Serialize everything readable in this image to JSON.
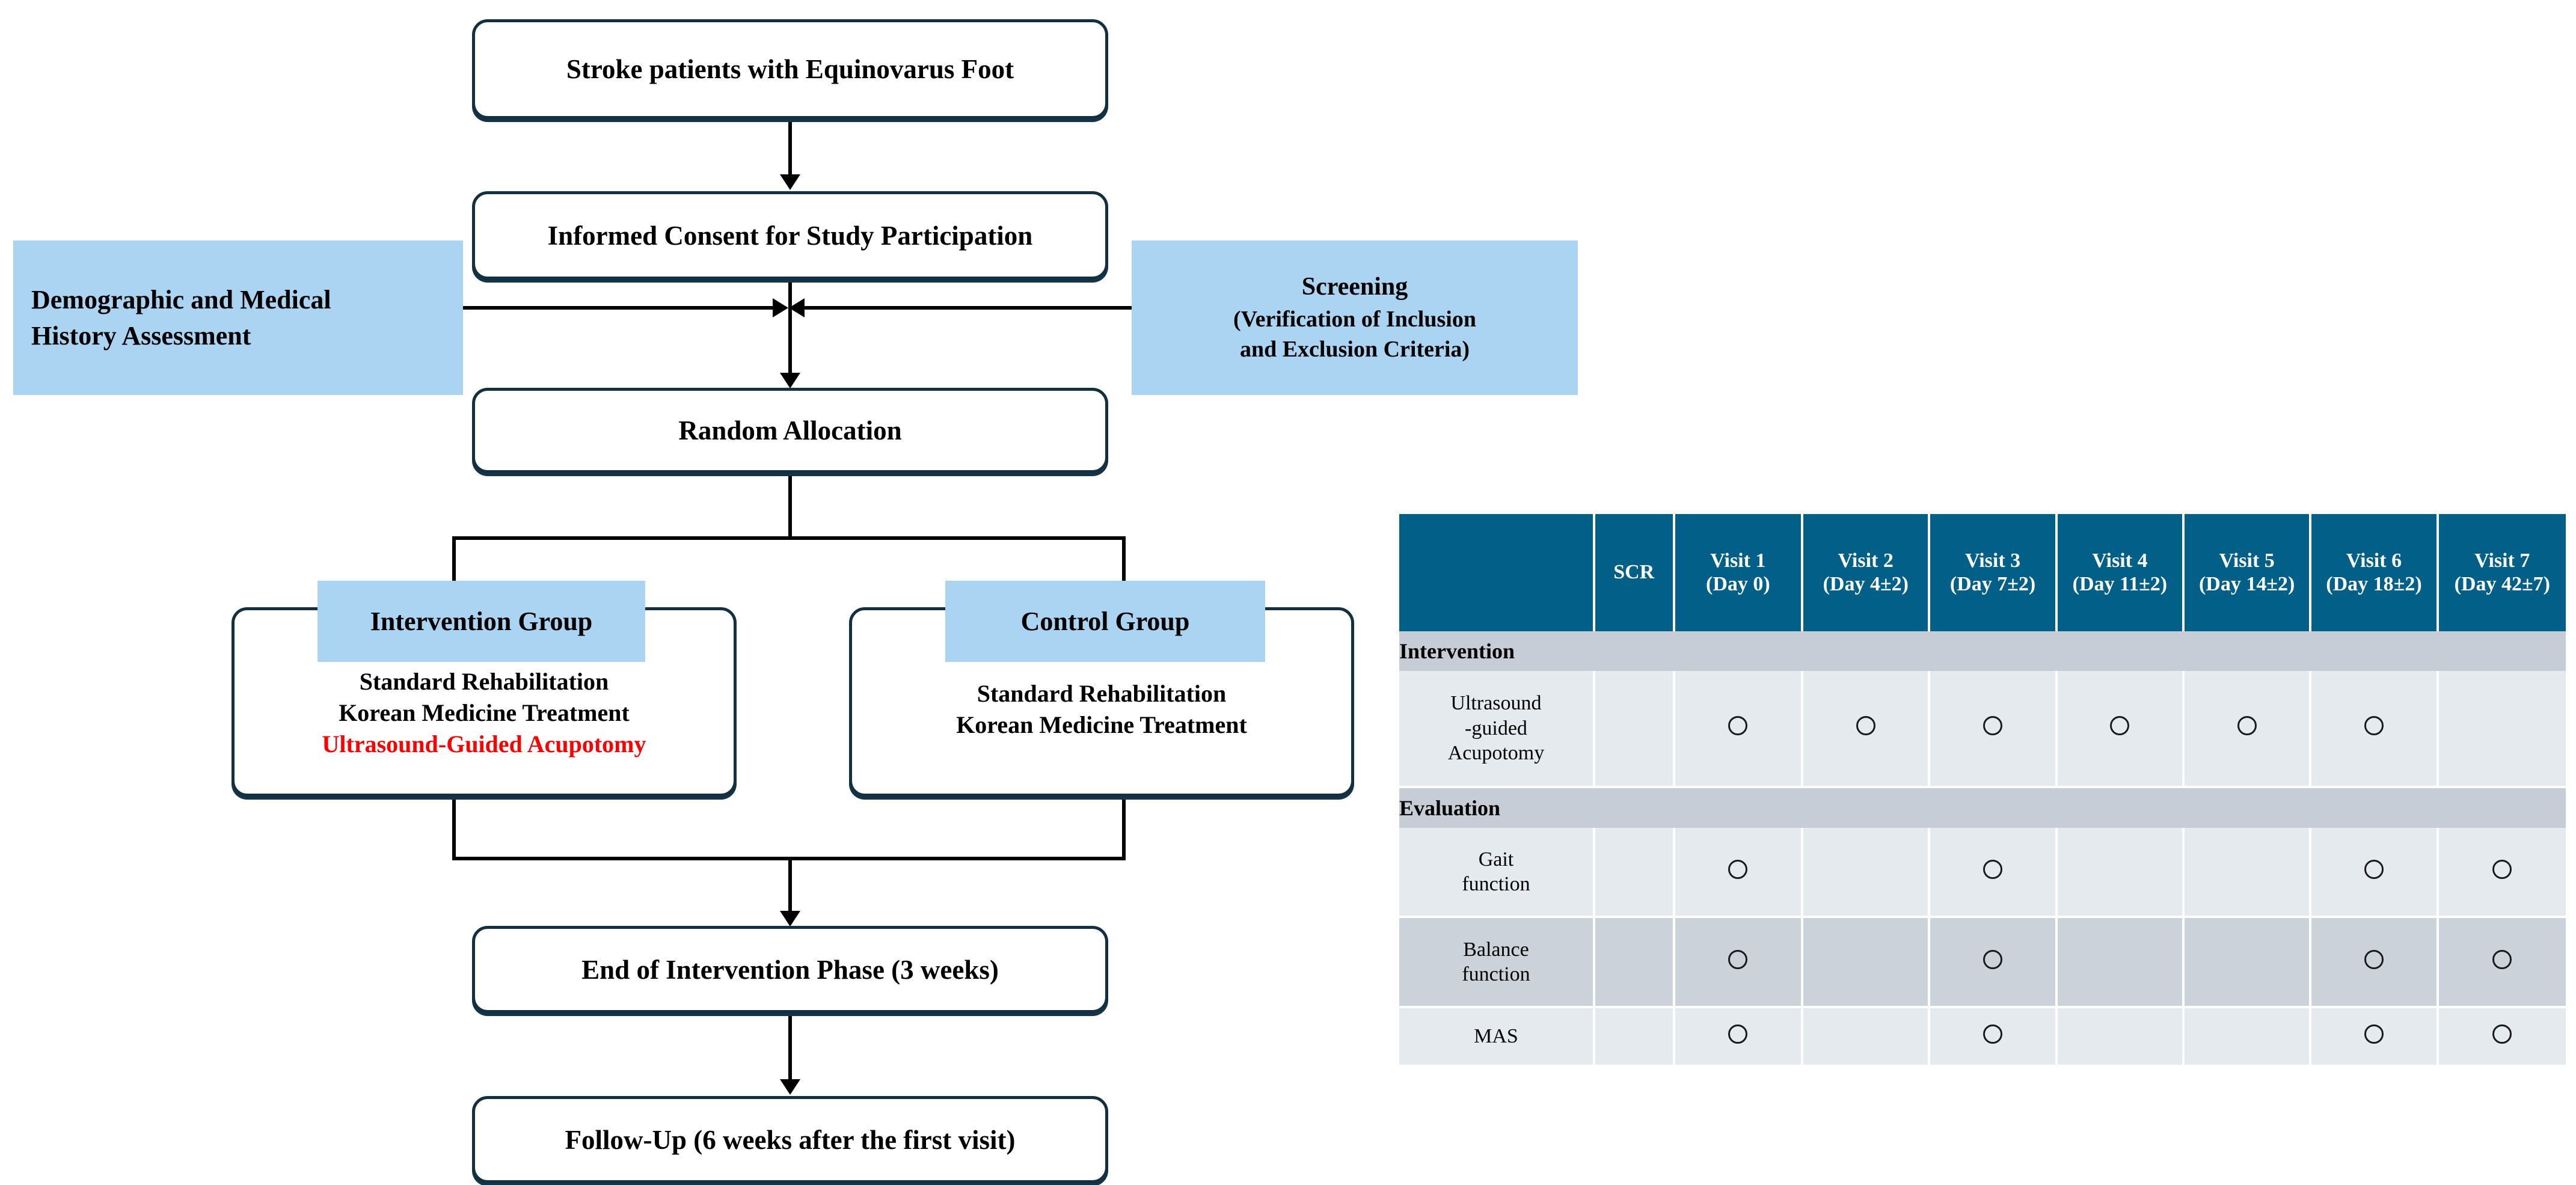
{
  "flowchart": {
    "nodes": {
      "population": "Stroke patients with Equinovarus Foot",
      "consent": "Informed Consent for Study Participation",
      "demographics": "Demographic and Medical History Assessment",
      "demographics_line1": "Demographic and Medical",
      "demographics_line2": "History Assessment",
      "screening_title": "Screening",
      "screening_line1": "(Verification of Inclusion",
      "screening_line2": "and Exclusion Criteria)",
      "randomization": "Random Allocation",
      "intervention_group_label": "Intervention Group",
      "control_group_label": "Control Group",
      "intervention_items": [
        "Standard Rehabilitation",
        "Korean Medicine Treatment",
        "Ultrasound-Guided Acupotomy"
      ],
      "control_items": [
        "Standard Rehabilitation",
        "Korean Medicine Treatment"
      ],
      "end_of_intervention": "End of Intervention Phase (3 weeks)",
      "follow_up": "Follow-Up (6 weeks after the first visit)"
    },
    "colors": {
      "box_border": "#12303F",
      "highlight_fill": "#ABD3F2",
      "emphasis_text": "#FF0000"
    }
  },
  "schedule": {
    "colors": {
      "header_bg": "#015F88",
      "section_bg": "#C7CDD6",
      "row_bg": "#E5EAEE",
      "row_alt_bg": "#CCD2DA"
    },
    "columns": [
      {
        "label": ""
      },
      {
        "label": "SCR"
      },
      {
        "label": "Visit 1\n(Day 0)"
      },
      {
        "label": "Visit 2\n(Day 4±2)"
      },
      {
        "label": "Visit 3\n(Day 7±2)"
      },
      {
        "label": "Visit 4\n(Day 11±2)"
      },
      {
        "label": "Visit 5\n(Day 14±2)"
      },
      {
        "label": "Visit 6\n(Day 18±2)"
      },
      {
        "label": "Visit 7\n(Day 42±7)"
      }
    ],
    "column_labels": {
      "blank": "",
      "scr": "SCR",
      "v1": "Visit 1",
      "v1_day": "(Day 0)",
      "v2": "Visit 2",
      "v2_day": "(Day 4±2)",
      "v3": "Visit 3",
      "v3_day": "(Day 7±2)",
      "v4": "Visit 4",
      "v4_day": "(Day 11±2)",
      "v5": "Visit 5",
      "v5_day": "(Day 14±2)",
      "v6": "Visit 6",
      "v6_day": "(Day 18±2)",
      "v7": "Visit 7",
      "v7_day": "(Day 42±7)"
    },
    "sections": [
      {
        "title": "Intervention",
        "rows": [
          {
            "label": "Ultrasound -guided Acupotomy",
            "label_lines": [
              "Ultrasound",
              "-guided",
              "Acupotomy"
            ],
            "marks": [
              false,
              true,
              true,
              true,
              true,
              true,
              true,
              false
            ]
          }
        ]
      },
      {
        "title": "Evaluation",
        "rows": [
          {
            "label": "Gait function",
            "label_lines": [
              "Gait",
              "function"
            ],
            "marks": [
              false,
              true,
              false,
              true,
              false,
              false,
              true,
              true
            ]
          },
          {
            "label": "Balance function",
            "label_lines": [
              "Balance",
              "function"
            ],
            "marks": [
              false,
              true,
              false,
              true,
              false,
              false,
              true,
              true
            ]
          },
          {
            "label": "MAS",
            "label_lines": [
              "MAS"
            ],
            "marks": [
              false,
              true,
              false,
              true,
              false,
              false,
              true,
              true
            ]
          }
        ]
      }
    ]
  }
}
